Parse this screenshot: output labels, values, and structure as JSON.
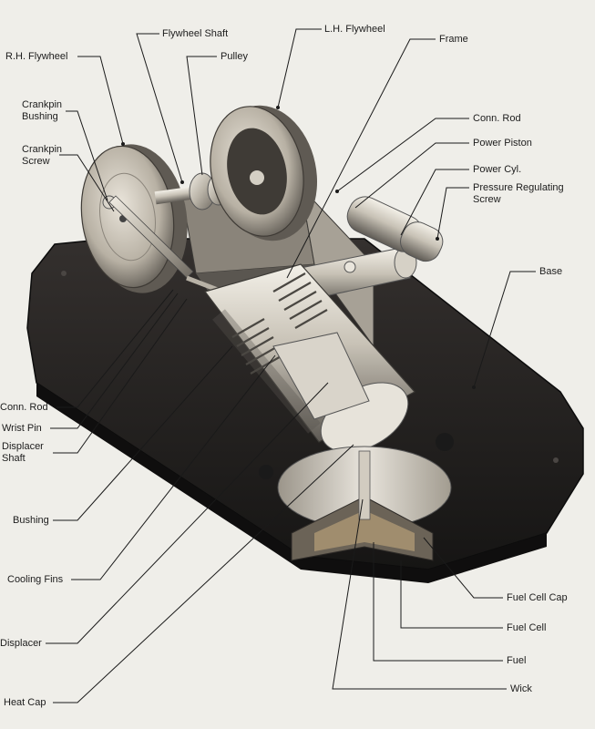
{
  "labels": {
    "rh_flywheel": "R.H. Flywheel",
    "flywheel_shaft": "Flywheel Shaft",
    "lh_flywheel": "L.H. Flywheel",
    "frame": "Frame",
    "pulley": "Pulley",
    "crankpin_bushing": "Crankpin Bushing",
    "crankpin_screw": "Crankpin Screw",
    "conn_rod_right": "Conn. Rod",
    "power_piston": "Power Piston",
    "power_cyl": "Power Cyl.",
    "pressure_regulating_screw": "Pressure Regulating Screw",
    "base": "Base",
    "conn_rod_left": "Conn. Rod",
    "wrist_pin": "Wrist Pin",
    "displacer_shaft": "Displacer Shaft",
    "bushing": "Bushing",
    "cooling_fins": "Cooling Fins",
    "displacer": "Displacer",
    "heat_cap": "Heat Cap",
    "fuel_cell_cap": "Fuel Cell Cap",
    "fuel_cell": "Fuel Cell",
    "fuel": "Fuel",
    "wick": "Wick"
  },
  "colors": {
    "paper": "#efeee9",
    "base": "#1f1d1c",
    "metal": "#c9c3b7",
    "dark_metal": "#6e6a63"
  }
}
